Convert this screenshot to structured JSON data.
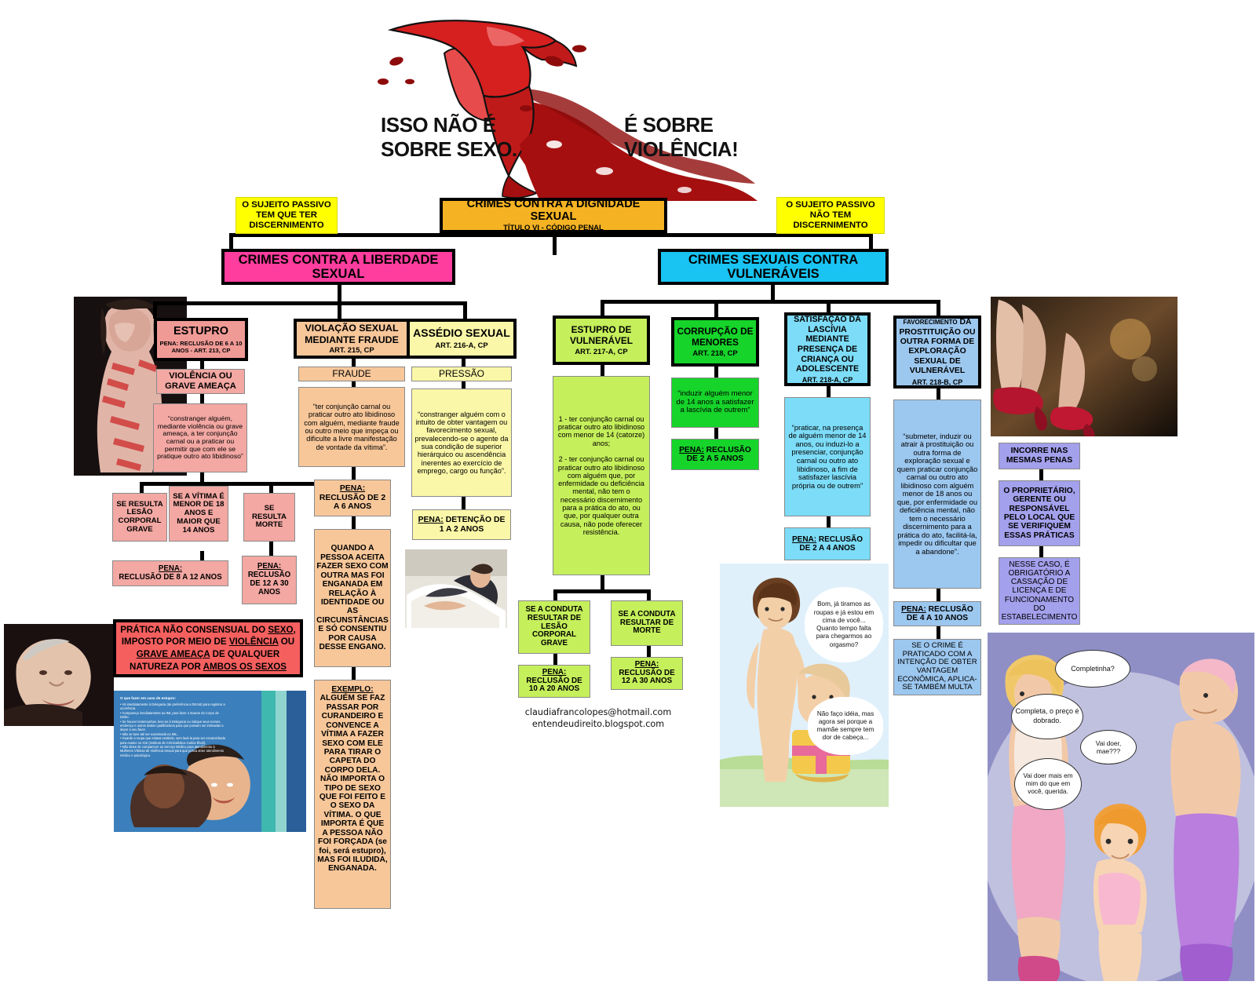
{
  "banner": {
    "left_line1": "ISSO NÃO É",
    "left_line2": "SOBRE SEXO.",
    "right_line1": "É SOBRE",
    "right_line2": "VIOLÊNCIA!"
  },
  "root": {
    "title": "CRIMES CONTRA A DIGNIDADE SEXUAL",
    "subtitle": "TÍTULO VI - CÓDIGO PENAL"
  },
  "notes": {
    "left": "O SUJEITO PASSIVO TEM QUE TER DISCERNIMENTO",
    "right": "O SUJEITO PASSIVO NÃO TEM DISCERNIMENTO"
  },
  "branches": {
    "left": "CRIMES CONTRA A LIBERDADE SEXUAL",
    "right": "CRIMES SEXUAIS CONTRA VULNERÁVEIS"
  },
  "estupro": {
    "title": "ESTUPRO",
    "subtitle": "PENA: RECLUSÃO DE 6 A 10 ANOS - ART. 213, CP",
    "element": "VIOLÊNCIA OU GRAVE AMEAÇA",
    "quote": "“constranger alguém, mediante violência ou grave ameaça, a ter conjunção carnal ou a praticar ou permitir que com ele se pratique outro ato libidinoso”",
    "cond1": "SE RESULTA LESÃO CORPORAL GRAVE",
    "cond2": "SE A VÍTIMA É MENOR DE 18 ANOS E MAIOR QUE 14 ANOS",
    "cond3": "SE RESULTA MORTE",
    "pena_a_label": "PENA:",
    "pena_a_value": "RECLUSÃO DE 8 A 12 ANOS",
    "pena_b_label": "PENA:",
    "pena_b_value": "RECLUSÃO DE 12 A 30 ANOS",
    "footer_line1_a": "PRÁTICA NÃO CONSENSUAL DO ",
    "footer_line1_b": "SEXO",
    "footer_line1_c": ", IMPOSTO POR MEIO DE ",
    "footer_line2_a": "VIOLÊNCIA",
    "footer_line2_b": " OU ",
    "footer_line2_c": "GRAVE AMEAÇA",
    "footer_line2_d": " DE QUALQUER NATUREZA POR ",
    "footer_line3_a": "AMBOS OS SEXOS"
  },
  "violacao": {
    "title": "VIOLAÇÃO SEXUAL MEDIANTE FRAUDE",
    "subtitle": "ART. 215, CP",
    "element": "FRAUDE",
    "quote": "“ter conjunção carnal ou praticar outro ato libidinoso com alguém, mediante fraude ou outro meio que impeça ou dificulte a livre manifestação de vontade da vítima”.",
    "pena_label": "PENA:",
    "pena_value": " RECLUSÃO DE 2 A 6 ANOS",
    "explain": "QUANDO A PESSOA ACEITA FAZER SEXO COM OUTRA MAS FOI ENGANADA EM RELAÇÃO À IDENTIDADE OU AS CIRCUNSTÂNCIAS E SÓ CONSENTIU POR CAUSA DESSE ENGANO.",
    "example_label": "EXEMPLO:",
    "example_text": "ALGUÉM SE FAZ PASSAR POR CURANDEIRO E CONVENCE A VÍTIMA A FAZER SEXO COM ELE PARA TIRAR O CAPETA DO CORPO DELA. NÃO IMPORTA O TIPO DE SEXO QUE FOI FEITO E O SEXO DA VÍTIMA. O QUE IMPORTA É QUE A PESSOA NÃO FOI FORÇADA (se foi, será estupro), MAS FOI ILUDIDA, ENGANADA."
  },
  "assedio": {
    "title": "ASSÉDIO SEXUAL",
    "subtitle": "ART. 216-A, CP",
    "element": "PRESSÃO",
    "quote": "“constranger alguém com o intuito de obter vantagem ou favorecimento sexual, prevalecendo-se o agente da sua condição de superior hierárquico ou ascendência inerentes ao exercício de emprego, cargo ou função”.",
    "pena_label": "PENA:",
    "pena_value": " DETENÇÃO DE 1 A 2 ANOS"
  },
  "vulneravel": {
    "title": "ESTUPRO DE VULNERÁVEL",
    "subtitle": "ART. 217-A, CP",
    "quote": "1 - ter conjunção carnal ou praticar outro ato libidinoso com menor de 14 (catorze) anos;\n\n2 - ter conjunção carnal ou praticar outro ato libidinoso com alguém que, por enfermidade ou deficiência mental, não tem o necessário discernimento para a prática do ato, ou que, por qualquer outra causa, não pode oferecer resistência.",
    "cond1": "SE A CONDUTA RESULTAR DE LESÃO CORPORAL GRAVE",
    "cond2": "SE A CONDUTA RESULTAR DE MORTE",
    "pena_a_label": "PENA:",
    "pena_a_value": "RECLUSÃO DE 10 A 20 ANOS",
    "pena_b_label": "PENA:",
    "pena_b_value": "RECLUSÃO DE 12 A 30 ANOS"
  },
  "corrupcao": {
    "title": "CORRUPÇÃO DE MENORES",
    "subtitle": "ART. 218, CP",
    "quote": "“induzir alguém menor de 14 anos a satisfazer a lascívia de outrem”",
    "pena_label": "PENA:",
    "pena_value": " RECLUSÃO DE 2 A 5 ANOS"
  },
  "lascivia": {
    "title": "SATISFAÇÃO DA LASCÍVIA MEDIANTE PRESENÇA DE CRIANÇA OU ADOLESCENTE",
    "subtitle": "ART. 218-A, CP",
    "quote": "“praticar, na presença de alguém menor de 14 anos, ou induzi-lo a presenciar, conjunção carnal ou outro ato libidinoso, a fim de satisfazer lascívia própria ou de outrem”",
    "pena_label": "PENA:",
    "pena_value": " RECLUSÃO DE 2 A 4 ANOS"
  },
  "favorecimento": {
    "title_small": "FAVORECIMENTO",
    "title_rest": " DA PROSTITUIÇÃO OU OUTRA FORMA DE EXPLORAÇÃO SEXUAL DE VULNERÁVEL",
    "subtitle": "ART. 218-B, CP",
    "quote": "“submeter, induzir ou atrair à prostituição ou outra forma de exploração sexual e quem praticar conjunção carnal ou outro ato libidinoso com alguém menor de 18 anos ou que, por enfermidade ou deficiência mental, não tem o necessário discernimento para a prática do ato, facilitá-la, impedir ou dificultar que a abandone”.",
    "pena_label": "PENA:",
    "pena_value": " RECLUSÃO DE 4 A 10 ANOS",
    "extra": "SE O CRIME É PRATICADO COM A INTENÇÃO DE OBTER VANTAGEM ECONÔMICA, APLICA-SE TAMBÉM MULTA"
  },
  "incorre": {
    "title": "INCORRE NAS MESMAS PENAS",
    "who": "O PROPRIETÁRIO, GERENTE OU RESPONSÁVEL PELO LOCAL QUE SE VERIFIQUEM ESSAS PRÁTICAS",
    "consequence": "NESSE CASO, É OBRIGATÓRIO A CASSAÇÃO DE LICENÇA E DE FUNCIONAMENTO DO ESTABELECIMENTO"
  },
  "credits": {
    "email": "claudiafrancolopes@hotmail.com",
    "blog": "entendeudireito.blogspot.com"
  },
  "cartoon_vulneravel": {
    "bubble1": "Bom, já tiramos as roupas e já estou em cima de você... Quanto tempo falta para chegarmos ao orgasmo?",
    "bubble2": "Não faço idéia, mas agora sei porque a mamãe sempre tem dor de cabeça..."
  },
  "cartoon_prostituicao": {
    "bubble1": "Completinha?",
    "bubble2": "Completa, o preço é dobrado.",
    "bubble3": "Vai doer, mae???",
    "bubble4": "Vai doer mais em mim do que em você, querida."
  },
  "leaflet": {
    "title": "O que fazer em caso de estupro:",
    "items": [
      "• Vá imediatamente à Delegacia (de preferência a DEAM) para registrar a ocorrência.",
      "• Compareça imediatamente ao IML para fazer o Exame do Corpo de Delito.",
      "• Se houver testemunhas, leve-as à Delegacia ou indique seus nomes, endereço e outros dados qualificativos para que possam ser intimadas a depor a seu favor.",
      "• Não se lave até ser examinada no IML.",
      "• Guarde a roupa que estava vestindo, sem lavá-la para ser encaminhada para exame no ICE (Instituto de Criminalística Carlos Éboli).",
      "• Não deixe de comparecer ao Serviço Médico para atendimento à Mulheres Vítimas de Violência Sexual para que possa obter atendimento médico e psicológico."
    ]
  },
  "colors": {
    "root": "#f5b323",
    "note": "#ffff00",
    "branch_left": "#ff3d9e",
    "branch_right": "#19c3f2",
    "estupro": "#f09a96",
    "violacao": "#f7c79a",
    "assedio": "#fbf7a8",
    "vulneravel": "#c5ef5b",
    "corrupcao": "#16d42a",
    "lascivia": "#7ddcf7",
    "favorecimento": "#9cc7ef",
    "incorre": "#a3a0ec"
  }
}
